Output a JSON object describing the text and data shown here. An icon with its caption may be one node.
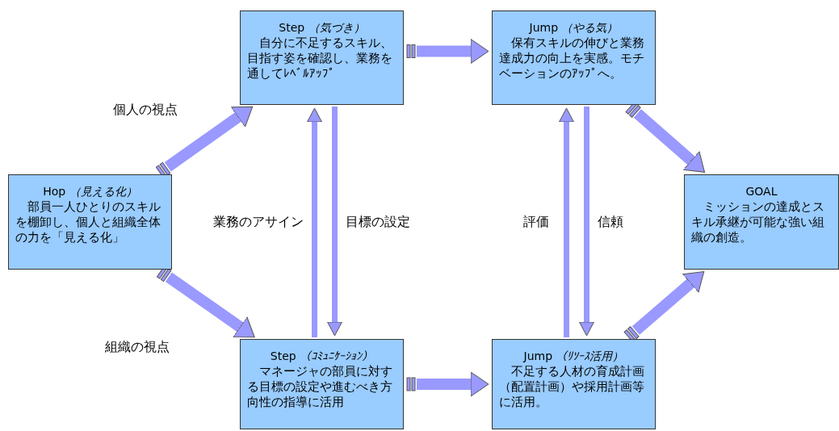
{
  "diagram": {
    "nodes": [
      {
        "text": [
          "Hop *（見える化）*",
          "部員一人ひとりのスキルを棚卸し、個人と組織全体の力を「見える化」"
        ]
      },
      {
        "text": [
          "Step *（気づき）*",
          "自分に不足するスキル、目指す姿を確認し、業務を通してﾚﾍﾞﾙｱｯﾌﾟ"
        ]
      },
      {
        "text": [
          "Jump *（やる気）*",
          "保有スキルの伸びと業務達成力の向上を実感。モチベーションのｱｯﾌﾟへ。"
        ]
      },
      {
        "text": [
          "Step *（ｺﾐｭﾆｹｰｼｮﾝ）*",
          "マネージャの部員に対する目標の設定や進むべき方向性の指導に活用"
        ]
      },
      {
        "text": [
          "Jump *（ﾘｿｰｽ活用）*",
          "不足する人材の育成計画（配置計画）や採用計画等に活用。"
        ]
      },
      {
        "text": [
          "GOAL",
          "ミッションの達成とスキル承継が可能な強い組織の創造。"
        ]
      }
    ],
    "edges": [
      {
        "from": 0,
        "to": 1,
        "arrow": "to",
        "label": "個人の視点"
      },
      {
        "from": 0,
        "to": 3,
        "arrow": "to",
        "label": "組織の視点"
      },
      {
        "from": 1,
        "to": 2,
        "arrow": "to"
      },
      {
        "from": 3,
        "to": 4,
        "arrow": "to"
      },
      {
        "from": 2,
        "to": 5,
        "arrow": "to"
      },
      {
        "from": 4,
        "to": 5,
        "arrow": "to"
      },
      {
        "from": 3,
        "to": 1,
        "arrow": "to",
        "label": "業務のアサイン"
      },
      {
        "from": 1,
        "to": 3,
        "arrow": "to",
        "label": "目標の設定"
      },
      {
        "from": 4,
        "to": 2,
        "arrow": "to",
        "label": "評価"
      },
      {
        "from": 2,
        "to": 4,
        "arrow": "to",
        "label": "信頼"
      }
    ]
  }
}
